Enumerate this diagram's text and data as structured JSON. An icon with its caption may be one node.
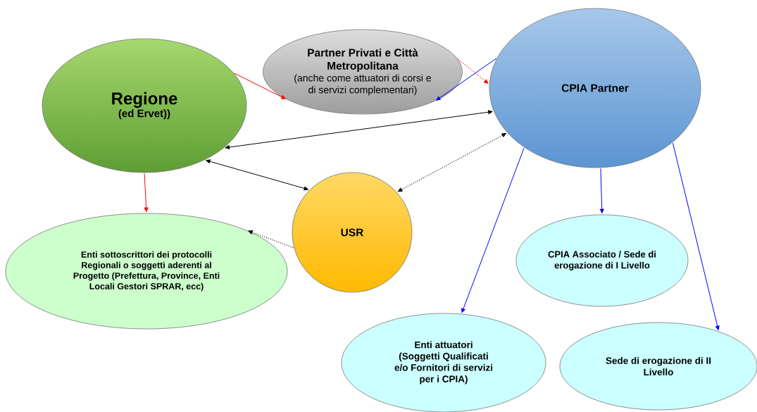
{
  "diagram": {
    "nodes": [
      {
        "text": [
          "Regione",
          "(ed Ervet))"
        ]
      },
      {
        "text": [
          "Partner Privati e Città Metropolitana",
          "(anche come attuatori di corsi e di servizi complementari)"
        ]
      },
      {
        "text": [
          "CPIA Partner"
        ]
      },
      {
        "text": [
          "USR"
        ]
      },
      {
        "text": [
          "Enti sottoscrittori dei protocolli Regionali o soggetti aderenti al Progetto (Prefettura, Province, Enti Locali Gestori SPRAR, ecc)"
        ]
      },
      {
        "text": [
          "CPIA Associato / Sede di erogazione di I Livello"
        ]
      },
      {
        "text": [
          "Enti attuatori (Soggetti Qualificati e/o Fornitori di servizi per i CPIA)"
        ]
      },
      {
        "text": [
          "Sede di erogazione di II Livello"
        ]
      }
    ],
    "edges": [
      {
        "from": 0,
        "to": 1,
        "arrow": "to",
        "color": "#ff0000"
      },
      {
        "from": 1,
        "to": 2,
        "arrow": "to",
        "style": "dashed",
        "color": "#ff0000"
      },
      {
        "from": 2,
        "to": 1,
        "arrow": "to",
        "color": "#0000ff"
      },
      {
        "from": 0,
        "to": 2,
        "arrow": "both",
        "color": "#000000"
      },
      {
        "from": 0,
        "to": 3,
        "arrow": "both",
        "color": "#000000"
      },
      {
        "from": 2,
        "to": 3,
        "arrow": "both",
        "style": "dashed",
        "color": "#000000"
      },
      {
        "from": 3,
        "to": 4,
        "arrow": "to",
        "style": "dashed",
        "color": "#000000"
      },
      {
        "from": 0,
        "to": 4,
        "arrow": "to",
        "color": "#ff0000"
      },
      {
        "from": 2,
        "to": 5,
        "arrow": "to",
        "color": "#0000ff"
      },
      {
        "from": 2,
        "to": 6,
        "arrow": "to",
        "color": "#0000ff"
      },
      {
        "from": 2,
        "to": 7,
        "arrow": "to",
        "color": "#0000ff"
      }
    ]
  }
}
